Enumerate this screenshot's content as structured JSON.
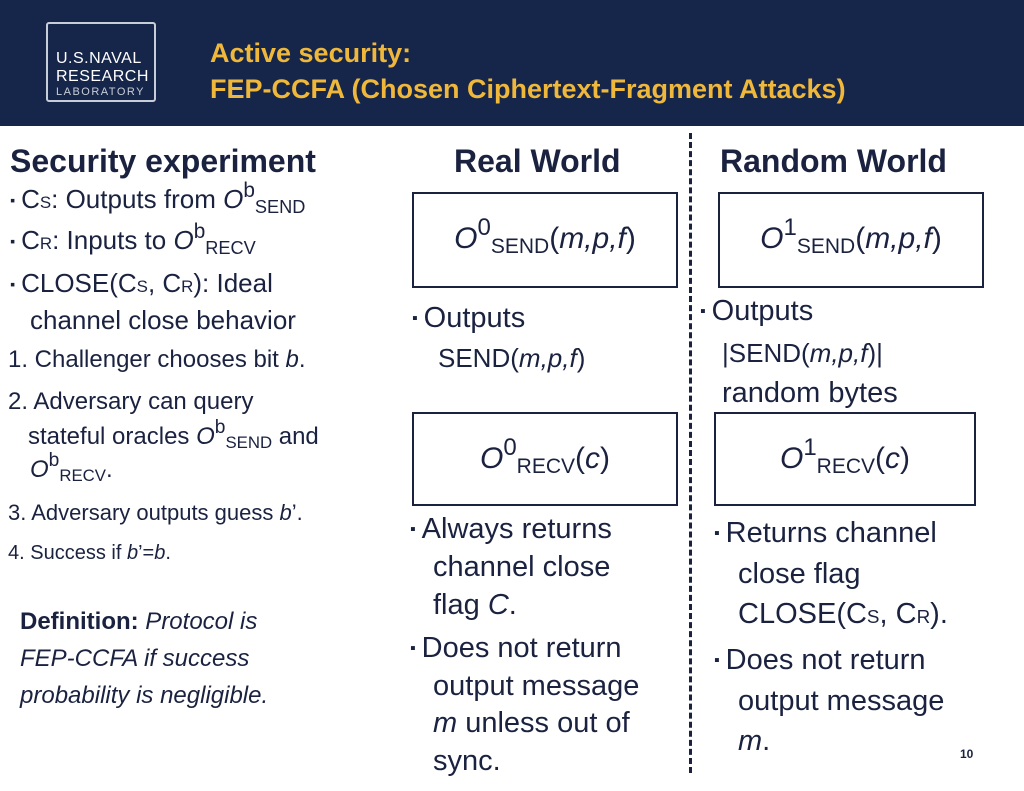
{
  "header": {
    "logo_line1": "U.S.NAVAL",
    "logo_line2": "RESEARCH",
    "logo_line3": "LABORATORY",
    "title_line1": "Active security:",
    "title_line2": "FEP-CCFA (Chosen Ciphertext-Fragment Attacks)"
  },
  "left": {
    "heading": "Security experiment",
    "b1": {
      "c": "C",
      "cs": "S",
      "text": ": Outputs from ",
      "o": "O",
      "sup": "b",
      "sub": "SEND"
    },
    "b2": {
      "c": "C",
      "cs": "R",
      "text": ": Inputs to ",
      "o": "O",
      "sup": "b",
      "sub": "RECV"
    },
    "b3": {
      "p1": "CLOSE(C",
      "s1": "S",
      "p2": ", C",
      "s2": "R",
      "p3": "): Ideal",
      "line2": "channel close behavior"
    },
    "step1": {
      "text": "1. Challenger chooses bit ",
      "var": "b",
      "end": "."
    },
    "step2": {
      "line1": "2. Adversary can query",
      "line2": "stateful oracles ",
      "o": "O",
      "sup": "b",
      "sub": "SEND",
      "and": " and",
      "o2": "O",
      "sup2": "b",
      "sub2": "RECV",
      "end": "."
    },
    "step3": {
      "text": "3. Adversary outputs guess ",
      "var": "b",
      "end": "’."
    },
    "step4": {
      "text": "4. Success if ",
      "var1": "b",
      "mid": "’=",
      "var2": "b",
      "end": "."
    },
    "definition": {
      "label": "Definition:",
      "line1": " Protocol is",
      "line2": "FEP-CCFA if success",
      "line3": "probability is negligible."
    }
  },
  "real": {
    "heading": "Real World",
    "send_box": {
      "o": "O",
      "sup": "0",
      "sub": "SEND",
      "open": "(",
      "args": "m,p,f",
      "close": ")"
    },
    "send_desc": {
      "line1": "Outputs",
      "pre": "SEND(",
      "args": "m,p,f",
      "post": ")"
    },
    "recv_box": {
      "o": "O",
      "sup": "0",
      "sub": "RECV",
      "open": "(",
      "arg": "c",
      "close": ")"
    },
    "recv_b1": {
      "line1": "Always returns",
      "line2": "channel close",
      "line3pre": "flag ",
      "line3var": "C",
      "line3end": "."
    },
    "recv_b2": {
      "line1": "Does not return",
      "line2": "output message",
      "line3var": "m",
      "line3end": " unless out of",
      "line4": "sync."
    }
  },
  "random": {
    "heading": "Random World",
    "send_box": {
      "o": "O",
      "sup": "1",
      "sub": "SEND",
      "open": "(",
      "args": "m,p,f",
      "close": ")"
    },
    "send_desc": {
      "line1": "Outputs",
      "pre": "|SEND(",
      "args": "m,p,f",
      "post": ")|",
      "line3": "random bytes"
    },
    "recv_box": {
      "o": "O",
      "sup": "1",
      "sub": "RECV",
      "open": "(",
      "arg": "c",
      "close": ")"
    },
    "recv_b1": {
      "line1": "Returns channel",
      "line2": "close flag",
      "p1": "CLOSE(C",
      "s1": "S",
      "p2": ", C",
      "s2": "R",
      "p3": ")."
    },
    "recv_b2": {
      "line1": "Does not return",
      "line2": "output message",
      "line3var": "m",
      "line3end": "."
    }
  },
  "page_number": "10"
}
